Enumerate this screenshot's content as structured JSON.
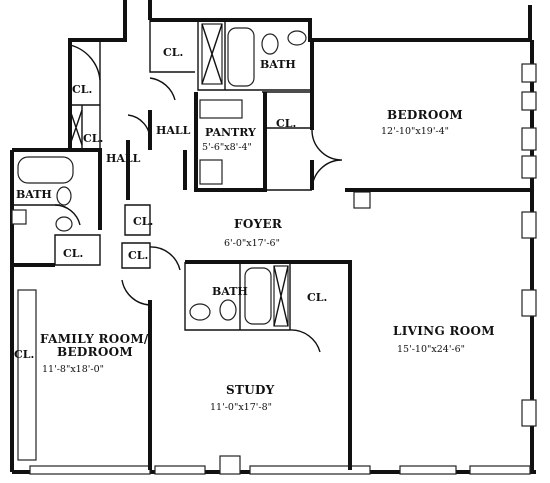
{
  "rooms": {
    "bedroom": {
      "name": "BEDROOM",
      "dims": "12'-10\"x19'-4\""
    },
    "living": {
      "name": "LIVING ROOM",
      "dims": "15'-10\"x24'-6\""
    },
    "family": {
      "name_line1": "FAMILY ROOM/",
      "name_line2": "BEDROOM",
      "dims": "11'-8\"x18'-0\""
    },
    "study": {
      "name": "STUDY",
      "dims": "11'-0\"x17'-8\""
    },
    "foyer": {
      "name": "FOYER",
      "dims": "6'-0\"x17'-6\""
    },
    "pantry": {
      "name": "PANTRY",
      "dims": "5'-6\"x8'-4\""
    },
    "hall_upper": {
      "name": "HALL"
    },
    "hall_left": {
      "name": "HALL"
    },
    "bath_top": {
      "name": "BATH"
    },
    "bath_left": {
      "name": "BATH"
    },
    "bath_center": {
      "name": "BATH"
    }
  },
  "closets": {
    "top_left": "CL.",
    "far_left": "CL.",
    "left_mid": "CL.",
    "bedroom": "CL.",
    "bath_left": "CL.",
    "foyer_upper": "CL.",
    "foyer_lower": "CL.",
    "study": "CL.",
    "family_wall": "CL."
  }
}
